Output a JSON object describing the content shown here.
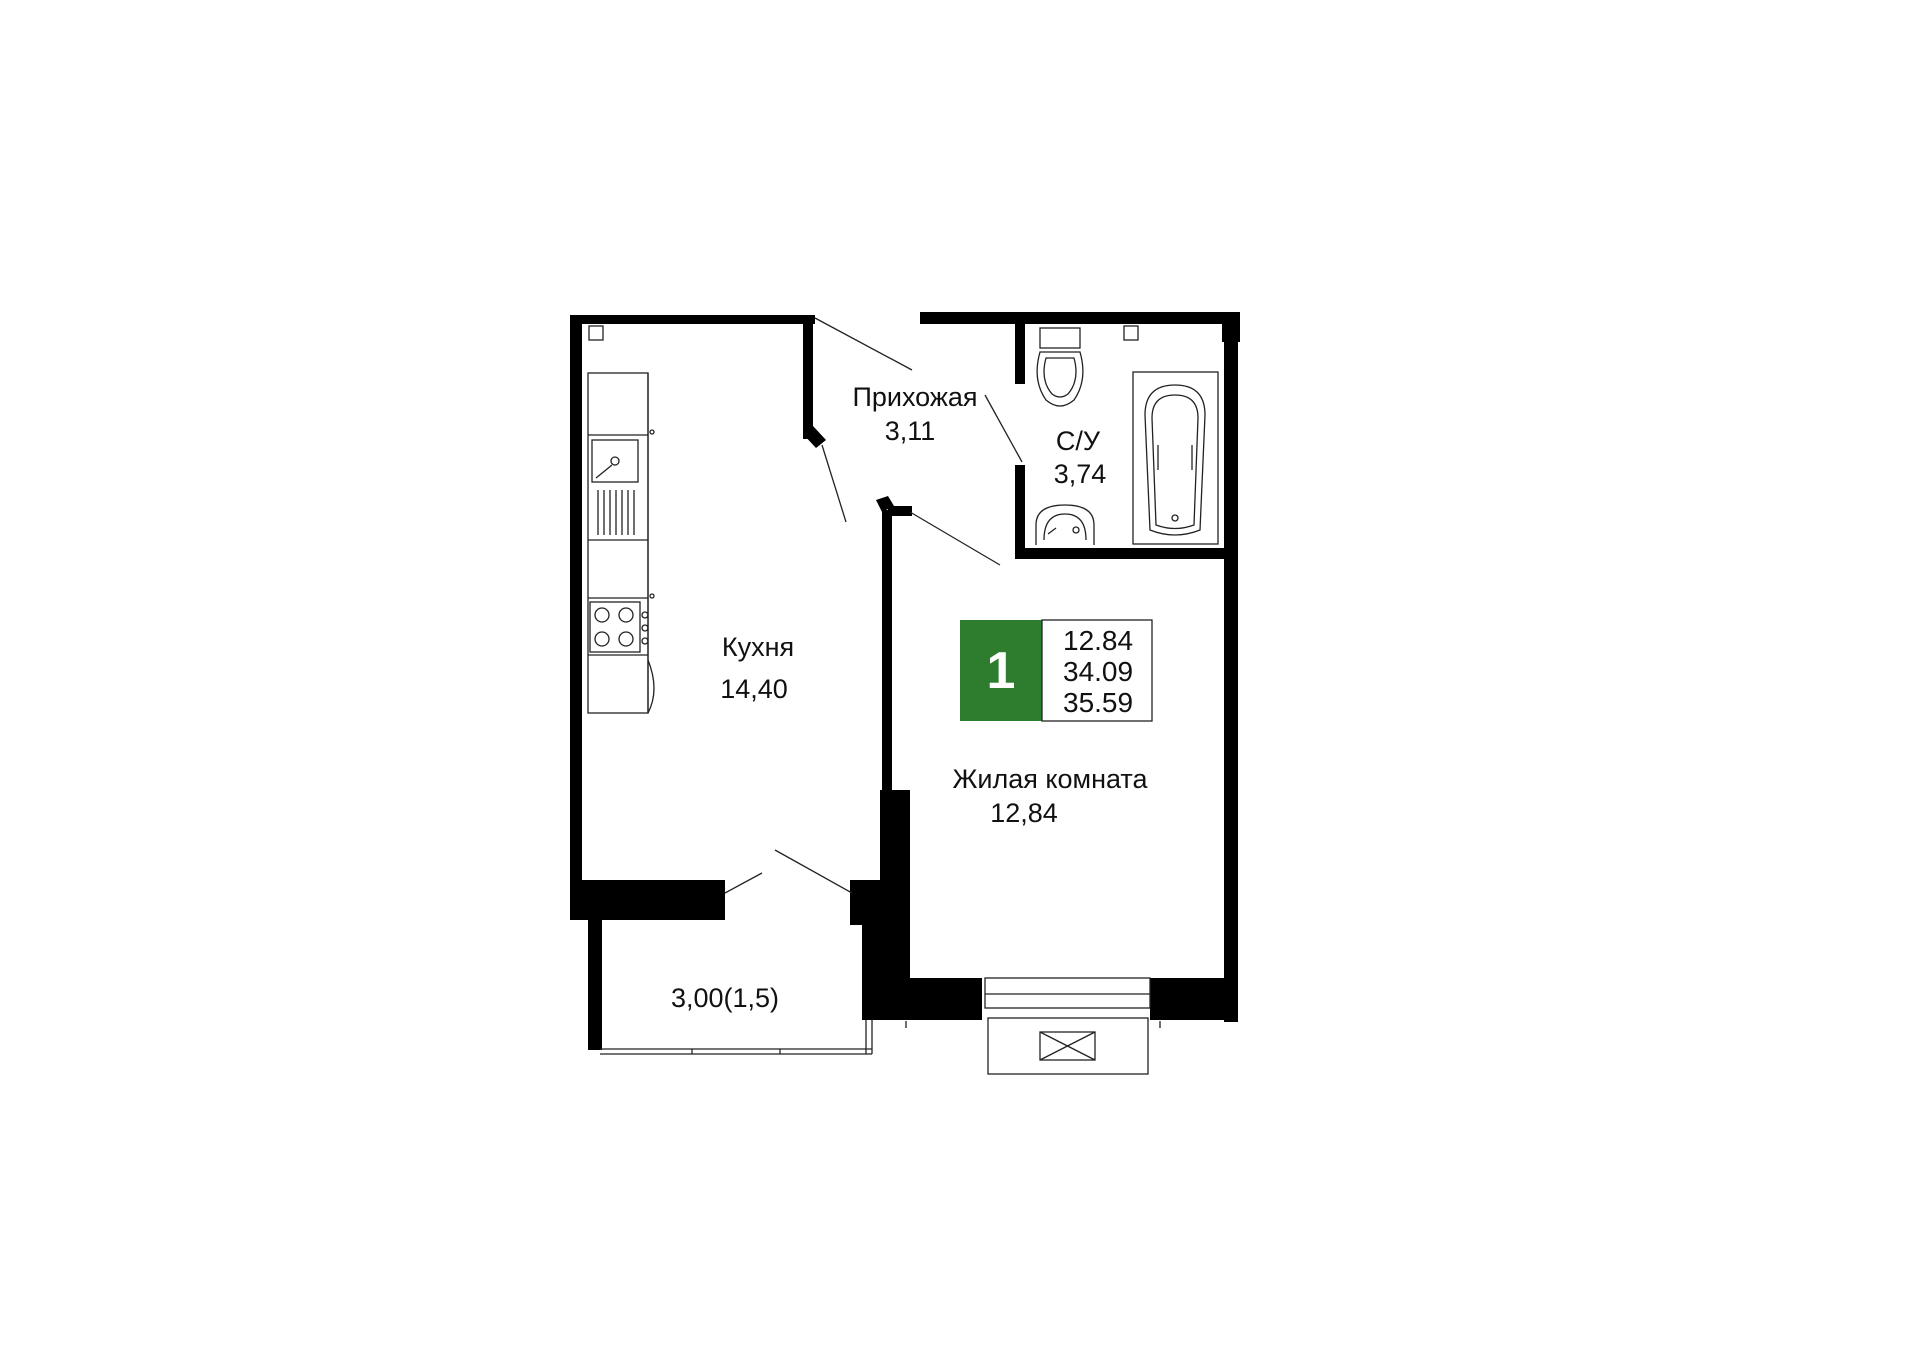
{
  "colors": {
    "wall": "#000000",
    "line": "#222222",
    "badge_green": "#2e7d2e",
    "background": "#ffffff"
  },
  "rooms": {
    "kitchen": {
      "name": "Кухня",
      "area": "14,40"
    },
    "hallway": {
      "name": "Прихожая",
      "area": "3,11"
    },
    "bathroom": {
      "name": "С/У",
      "area": "3,74"
    },
    "living": {
      "name": "Жилая комната",
      "area": "12,84"
    },
    "balcony": {
      "area": "3,00(1,5)"
    }
  },
  "badge": {
    "rooms_count": "1",
    "living_area": "12.84",
    "total_area": "34.09",
    "total_with_balcony": "35.59"
  },
  "icons": [
    "kitchen-counter-icon",
    "sink-icon",
    "stove-icon",
    "toilet-icon",
    "bathtub-icon",
    "washbasin-icon",
    "ventilation-icon"
  ]
}
